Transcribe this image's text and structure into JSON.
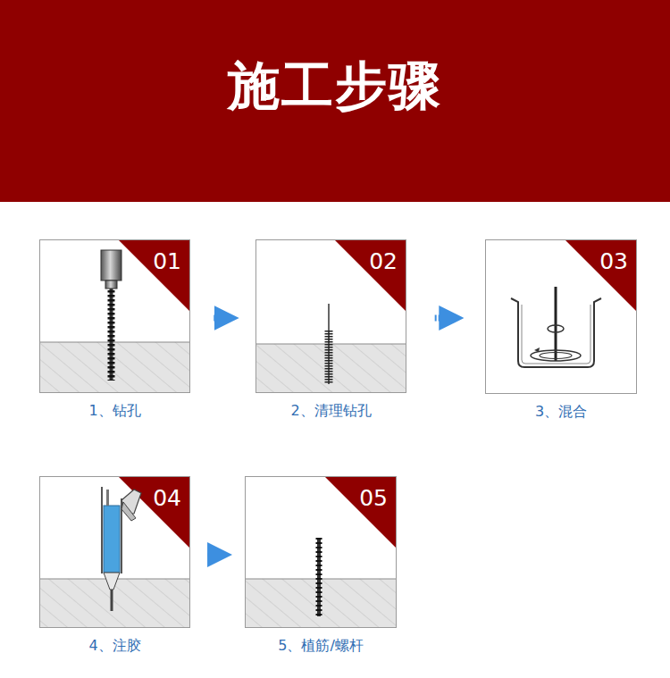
{
  "diagram": {
    "title": "施工步骤",
    "nodes": [
      {
        "text": [
          "01",
          "1、钻孔"
        ]
      },
      {
        "text": [
          "02",
          "2、清理钻孔"
        ]
      },
      {
        "text": [
          "03",
          "3、混合"
        ]
      },
      {
        "text": [
          "04",
          "4、注胶"
        ]
      },
      {
        "text": [
          "05",
          "5、植筋/螺杆"
        ]
      }
    ],
    "edges": [
      {
        "from": 0,
        "to": 1,
        "arrow": "to"
      },
      {
        "from": 1,
        "to": 2,
        "arrow": "to"
      },
      {
        "from": 3,
        "to": 4,
        "arrow": "to"
      }
    ]
  }
}
